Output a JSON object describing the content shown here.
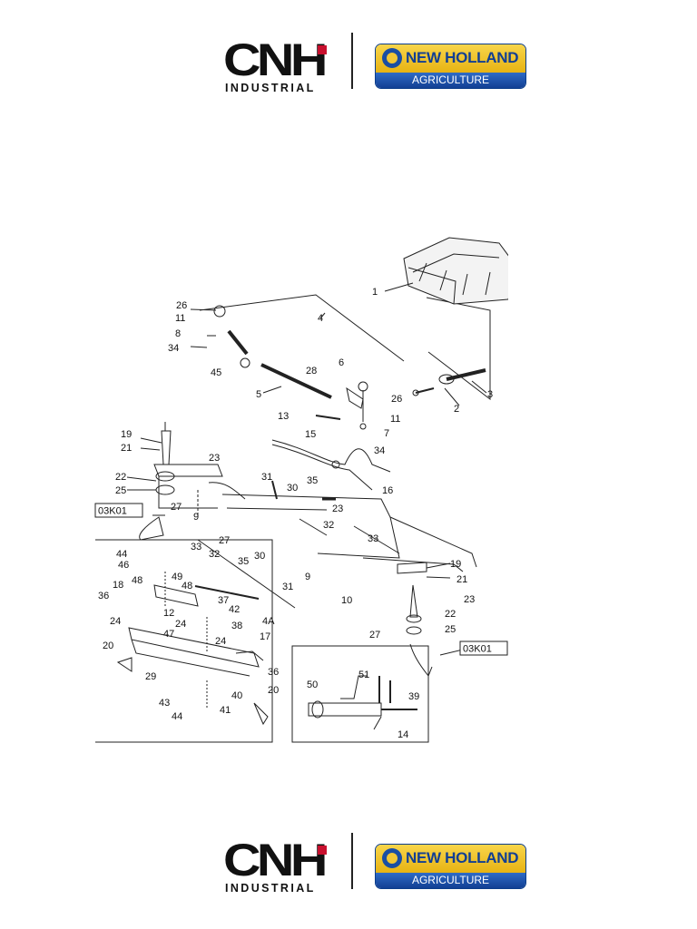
{
  "logos": {
    "cnh_mark": "CNH",
    "cnh_sub": "INDUSTRIAL",
    "nh_name": "NEW HOLLAND",
    "nh_sub": "AGRICULTURE"
  },
  "diagram": {
    "part_labels": [
      "1",
      "2",
      "3",
      "4",
      "5",
      "6",
      "7",
      "8",
      "9",
      "10",
      "11",
      "12",
      "13",
      "14",
      "15",
      "16",
      "17",
      "18",
      "19",
      "20",
      "21",
      "22",
      "23",
      "24",
      "25",
      "26",
      "27",
      "28",
      "29",
      "30",
      "31",
      "32",
      "33",
      "34",
      "35",
      "36",
      "37",
      "38",
      "39",
      "40",
      "41",
      "42",
      "43",
      "44",
      "45",
      "46",
      "47",
      "48",
      "49",
      "50",
      "51",
      "4A"
    ],
    "reference_boxes": [
      "03K01",
      "03K01"
    ]
  },
  "colors": {
    "cnh_red": "#c8102e",
    "nh_yellow": "#f2c735",
    "nh_blue": "#1a4ea3"
  }
}
